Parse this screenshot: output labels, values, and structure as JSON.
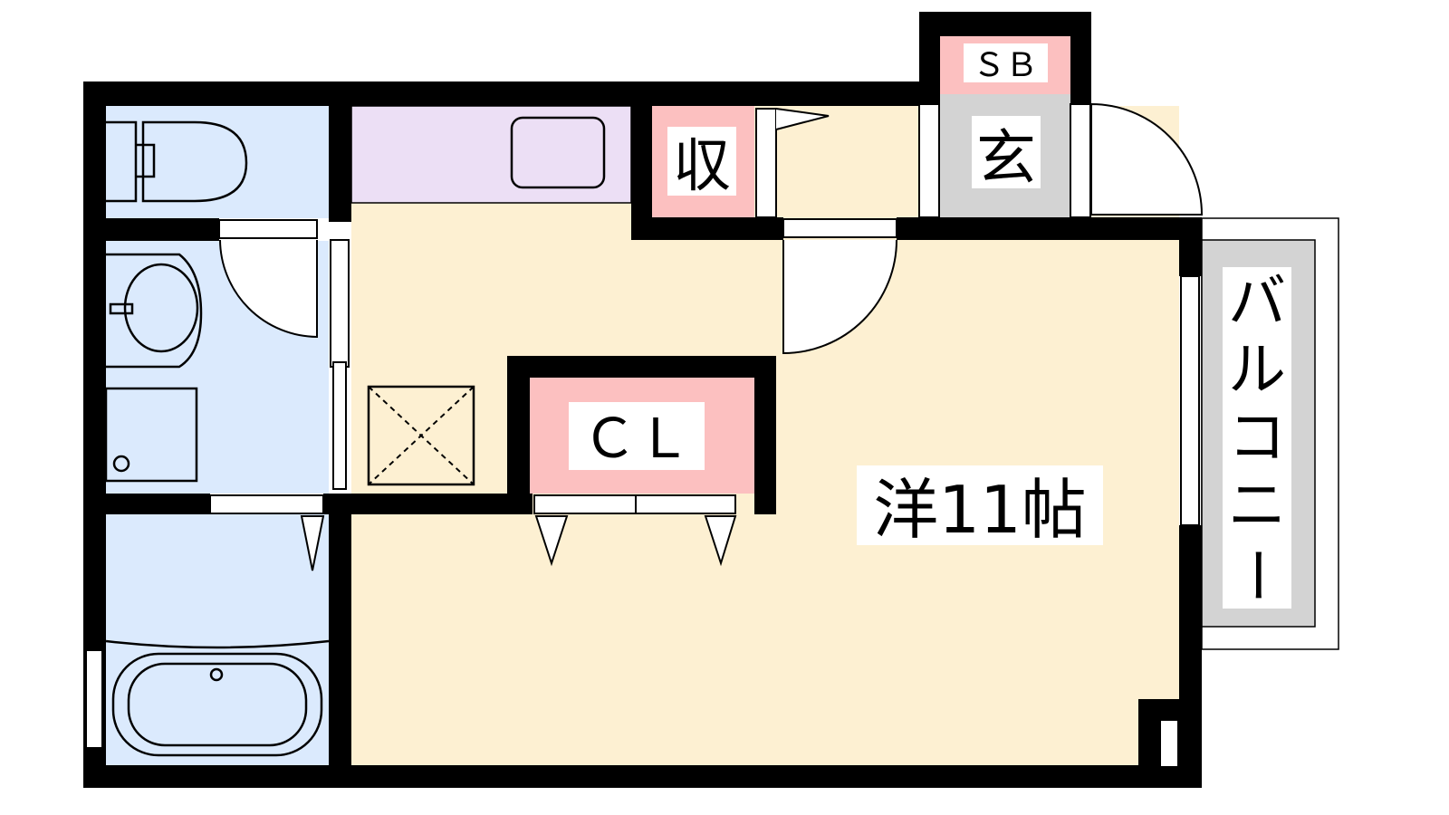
{
  "rooms": {
    "main_room": "洋11帖",
    "closet": "ＣＬ",
    "storage": "収",
    "entrance": "玄",
    "shoe_box": "ＳＢ",
    "balcony": [
      "バ",
      "ル",
      "コ",
      "ニ",
      "ー"
    ]
  },
  "colors": {
    "wall": "#000000",
    "wet_area": "#dbeafd",
    "kitchen": "#ecdff5",
    "floor": "#fdf0d2",
    "storage": "#fcc0c0",
    "entrance": "#d3d3d3"
  }
}
